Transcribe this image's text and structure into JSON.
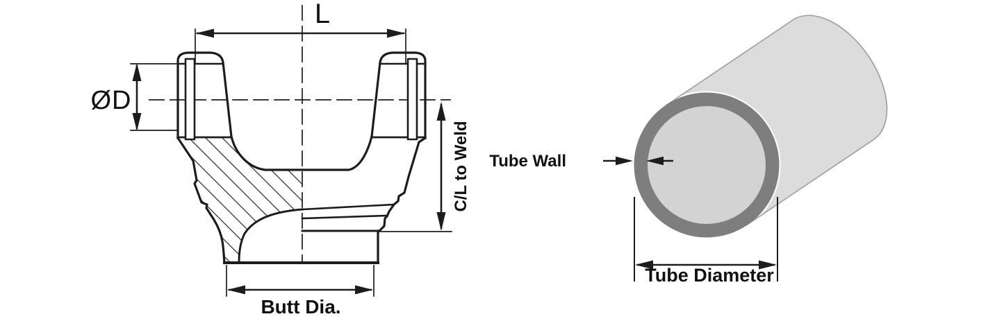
{
  "figure": {
    "kind": "driveline-dimension-diagram",
    "background": "#ffffff",
    "line_color": "#1c1c1c"
  },
  "yoke_drawing": {
    "type": "half-section technical drawing of weld yoke",
    "labels": {
      "length_dim": "L",
      "bearing_cap_dim": "ØD",
      "cl_to_weld_dim": "C/L to Weld",
      "butt_dia_dim": "Butt Dia."
    }
  },
  "tube_drawing": {
    "type": "shaded 3D tube illustration",
    "labels": {
      "tube_wall": "Tube Wall",
      "tube_diameter": "Tube Diameter"
    },
    "colors": {
      "body": "#dcdcdc",
      "wall_ring": "#7e7e7e",
      "bore": "#d3d3d3",
      "silhouette_outline": "#a3a3a3",
      "rim_highlight": "#ffffff"
    }
  }
}
